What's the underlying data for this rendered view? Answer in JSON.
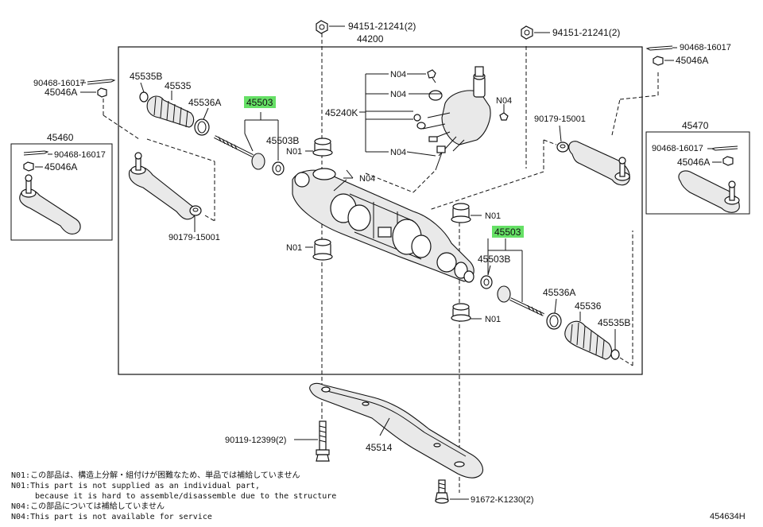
{
  "diagram": {
    "code": "454634H",
    "labels": {
      "rack_assy": "44200",
      "bolt_top_left": "94151-21241(2)",
      "bolt_top_right": "94151-21241(2)",
      "cotter_pin_left": "90468-16017",
      "nut_left": "45046A",
      "boot_clip_left": "45535B",
      "boot_left": "45535",
      "boot_band_left": "45536A",
      "tie_rod_left": "45503",
      "washer_left": "45503B",
      "bushing_left_top": "N01",
      "bushing_left_bottom": "N01",
      "tie_rod_end_left_box": "45460",
      "cotter_pin_left_box": "90468-16017",
      "nut_left_box": "45046A",
      "bushing_90179_left": "90179-15001",
      "valve_assy": "45240K",
      "n04_1": "N04",
      "n04_2": "N04",
      "n04_3": "N04",
      "n04_4": "N04",
      "n04_5": "N04",
      "cotter_pin_right": "90468-16017",
      "nut_right": "45046A",
      "bushing_90179_right": "90179-15001",
      "tie_rod_end_right_box": "45470",
      "cotter_pin_right_box": "90468-16017",
      "nut_right_box": "45046A",
      "bushing_right_top": "N01",
      "bushing_right_bottom": "N01",
      "tie_rod_right": "45503",
      "washer_right": "45503B",
      "boot_band_right": "45536A",
      "boot_right": "45536",
      "boot_clip_right": "45535B",
      "crossmember": "45514",
      "bolt_bottom_left": "90119-12399(2)",
      "bolt_bottom_right": "91672-K1230(2)"
    },
    "notes": [
      "N01:この部品は、構造上分解・組付けが困難なため、単品では補給していません",
      "N01:This part is not supplied as an individual part,",
      "because it is hard to assemble/disassemble due to the structure",
      "N04:この部品については補給していません",
      "N04:This part is not available for service"
    ],
    "colors": {
      "highlight": "#66e066",
      "line": "#111111"
    }
  }
}
